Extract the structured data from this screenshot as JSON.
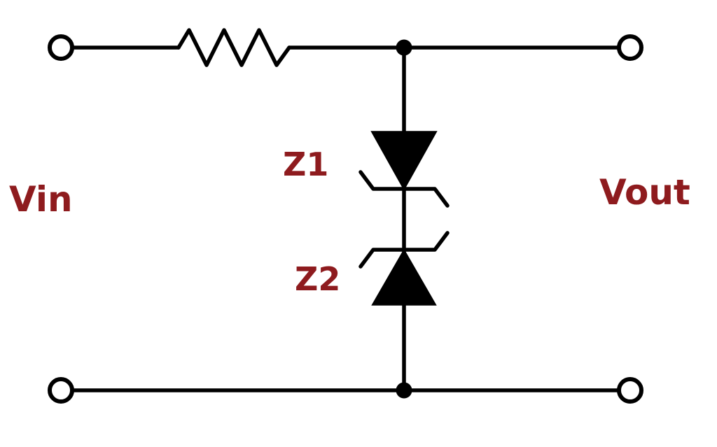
{
  "diagram": {
    "type": "circuit-schematic",
    "description": "Back-to-back zener diode clipper circuit",
    "labels": {
      "input": "Vin",
      "output": "Vout",
      "zener1": "Z1",
      "zener2": "Z2"
    },
    "colors": {
      "line": "#000000",
      "label": "#8e1b1e",
      "background": "#ffffff"
    },
    "components": [
      {
        "name": "input-terminal-top",
        "type": "terminal"
      },
      {
        "name": "input-terminal-bottom",
        "type": "terminal"
      },
      {
        "name": "output-terminal-top",
        "type": "terminal"
      },
      {
        "name": "output-terminal-bottom",
        "type": "terminal"
      },
      {
        "name": "series-resistor",
        "type": "resistor"
      },
      {
        "name": "zener-diode-Z1",
        "type": "zener-diode",
        "orientation": "cathode-down"
      },
      {
        "name": "zener-diode-Z2",
        "type": "zener-diode",
        "orientation": "cathode-up"
      }
    ]
  }
}
